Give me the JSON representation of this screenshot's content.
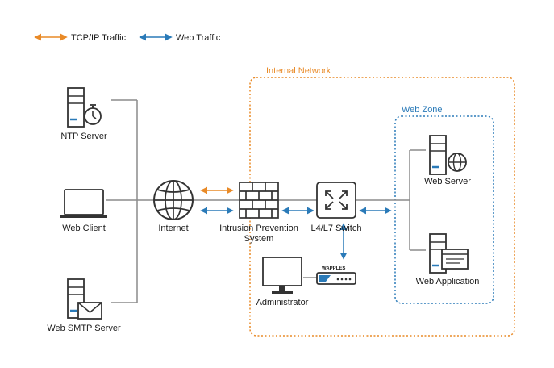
{
  "colors": {
    "tcp": "#e98a27",
    "web": "#2a7ab8",
    "line": "#8c8c8c",
    "icon": "#333333"
  },
  "legend": {
    "tcp_label": "TCP/IP Traffic",
    "web_label": "Web Traffic"
  },
  "zones": {
    "internal_network": "Internal Network",
    "web_zone": "Web Zone"
  },
  "nodes": {
    "ntp_server": "NTP Server",
    "web_client": "Web Client",
    "web_smtp_server": "Web SMTP Server",
    "internet": "Internet",
    "ips_line1": "Intrusion Prevention",
    "ips_line2": "System",
    "switch": "L4/L7 Switch",
    "wapples": "WAPPLES",
    "administrator": "Administrator",
    "web_server": "Web Server",
    "web_application": "Web Application"
  }
}
